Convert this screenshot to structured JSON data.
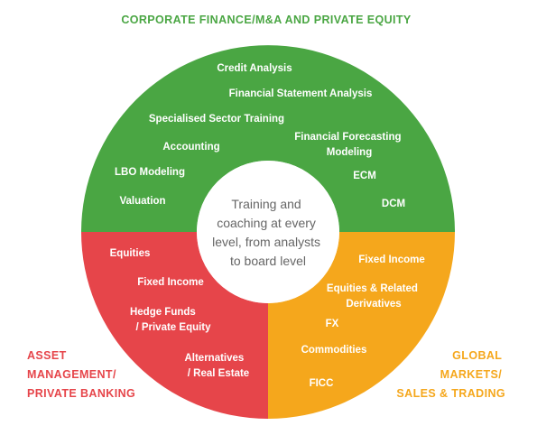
{
  "colors": {
    "corporate": "#4aa643",
    "asset": "#e6454a",
    "global": "#f5a71c",
    "center_fill": "#ffffff",
    "center_text": "#666666",
    "segment_text": "#ffffff"
  },
  "center": {
    "lines": [
      "Training and",
      "coaching at every",
      "level, from analysts",
      "to board level"
    ]
  },
  "categories": {
    "corporate": {
      "title_lines": [
        "CORPORATE FINANCE/M&A AND PRIVATE EQUITY"
      ],
      "items": [
        [
          "Credit Analysis"
        ],
        [
          "Financial Statement Analysis"
        ],
        [
          "Specialised Sector Training"
        ],
        [
          "Accounting"
        ],
        [
          "Financial Forecasting",
          "Modeling"
        ],
        [
          "LBO Modeling"
        ],
        [
          "ECM"
        ],
        [
          "Valuation"
        ],
        [
          "DCM"
        ]
      ]
    },
    "asset": {
      "title_lines": [
        "ASSET",
        "MANAGEMENT/",
        "PRIVATE BANKING"
      ],
      "items": [
        [
          "Equities"
        ],
        [
          "Fixed Income"
        ],
        [
          "Hedge Funds",
          "/ Private Equity"
        ],
        [
          "Alternatives",
          "/ Real Estate"
        ]
      ]
    },
    "global": {
      "title_lines": [
        "GLOBAL",
        "MARKETS/",
        "SALES & TRADING"
      ],
      "items": [
        [
          "Fixed Income"
        ],
        [
          "Equities & Related",
          "Derivatives"
        ],
        [
          "FX"
        ],
        [
          "Commodities"
        ],
        [
          "FICC"
        ]
      ]
    }
  }
}
